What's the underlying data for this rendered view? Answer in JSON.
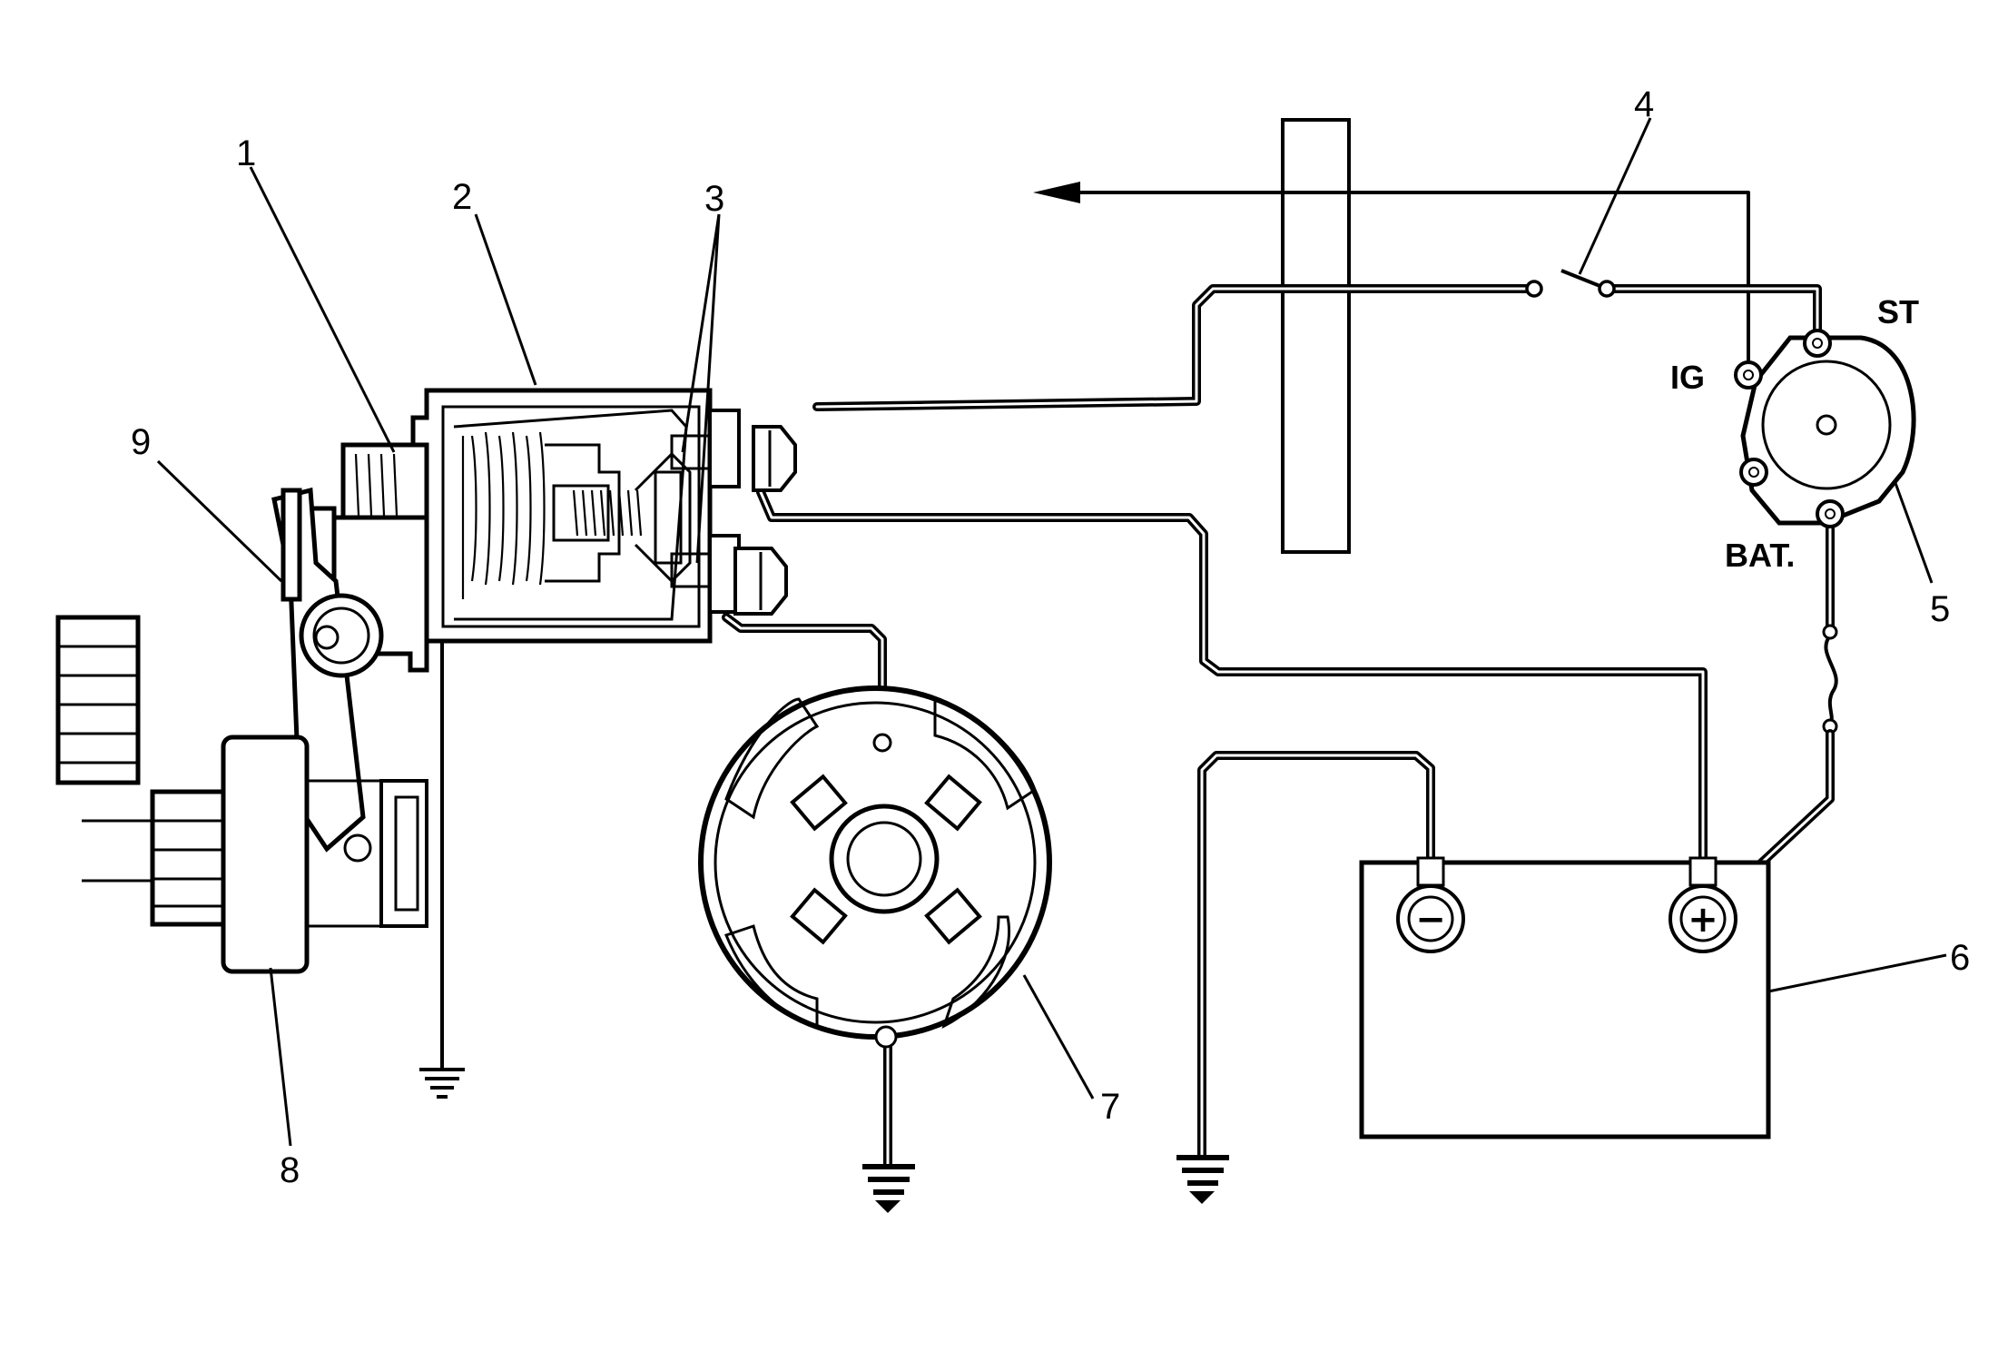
{
  "callouts": [
    {
      "id": "1",
      "text": "1"
    },
    {
      "id": "2",
      "text": "2"
    },
    {
      "id": "3",
      "text": "3"
    },
    {
      "id": "4",
      "text": "4"
    },
    {
      "id": "5",
      "text": "5"
    },
    {
      "id": "6",
      "text": "6"
    },
    {
      "id": "7",
      "text": "7"
    },
    {
      "id": "8",
      "text": "8"
    },
    {
      "id": "9",
      "text": "9"
    }
  ],
  "ignition_switch": {
    "terminals": {
      "st": "ST",
      "ig": "IG",
      "bat": "BAT."
    }
  },
  "battery": {
    "negative_symbol": "−",
    "positive_symbol": "+"
  }
}
